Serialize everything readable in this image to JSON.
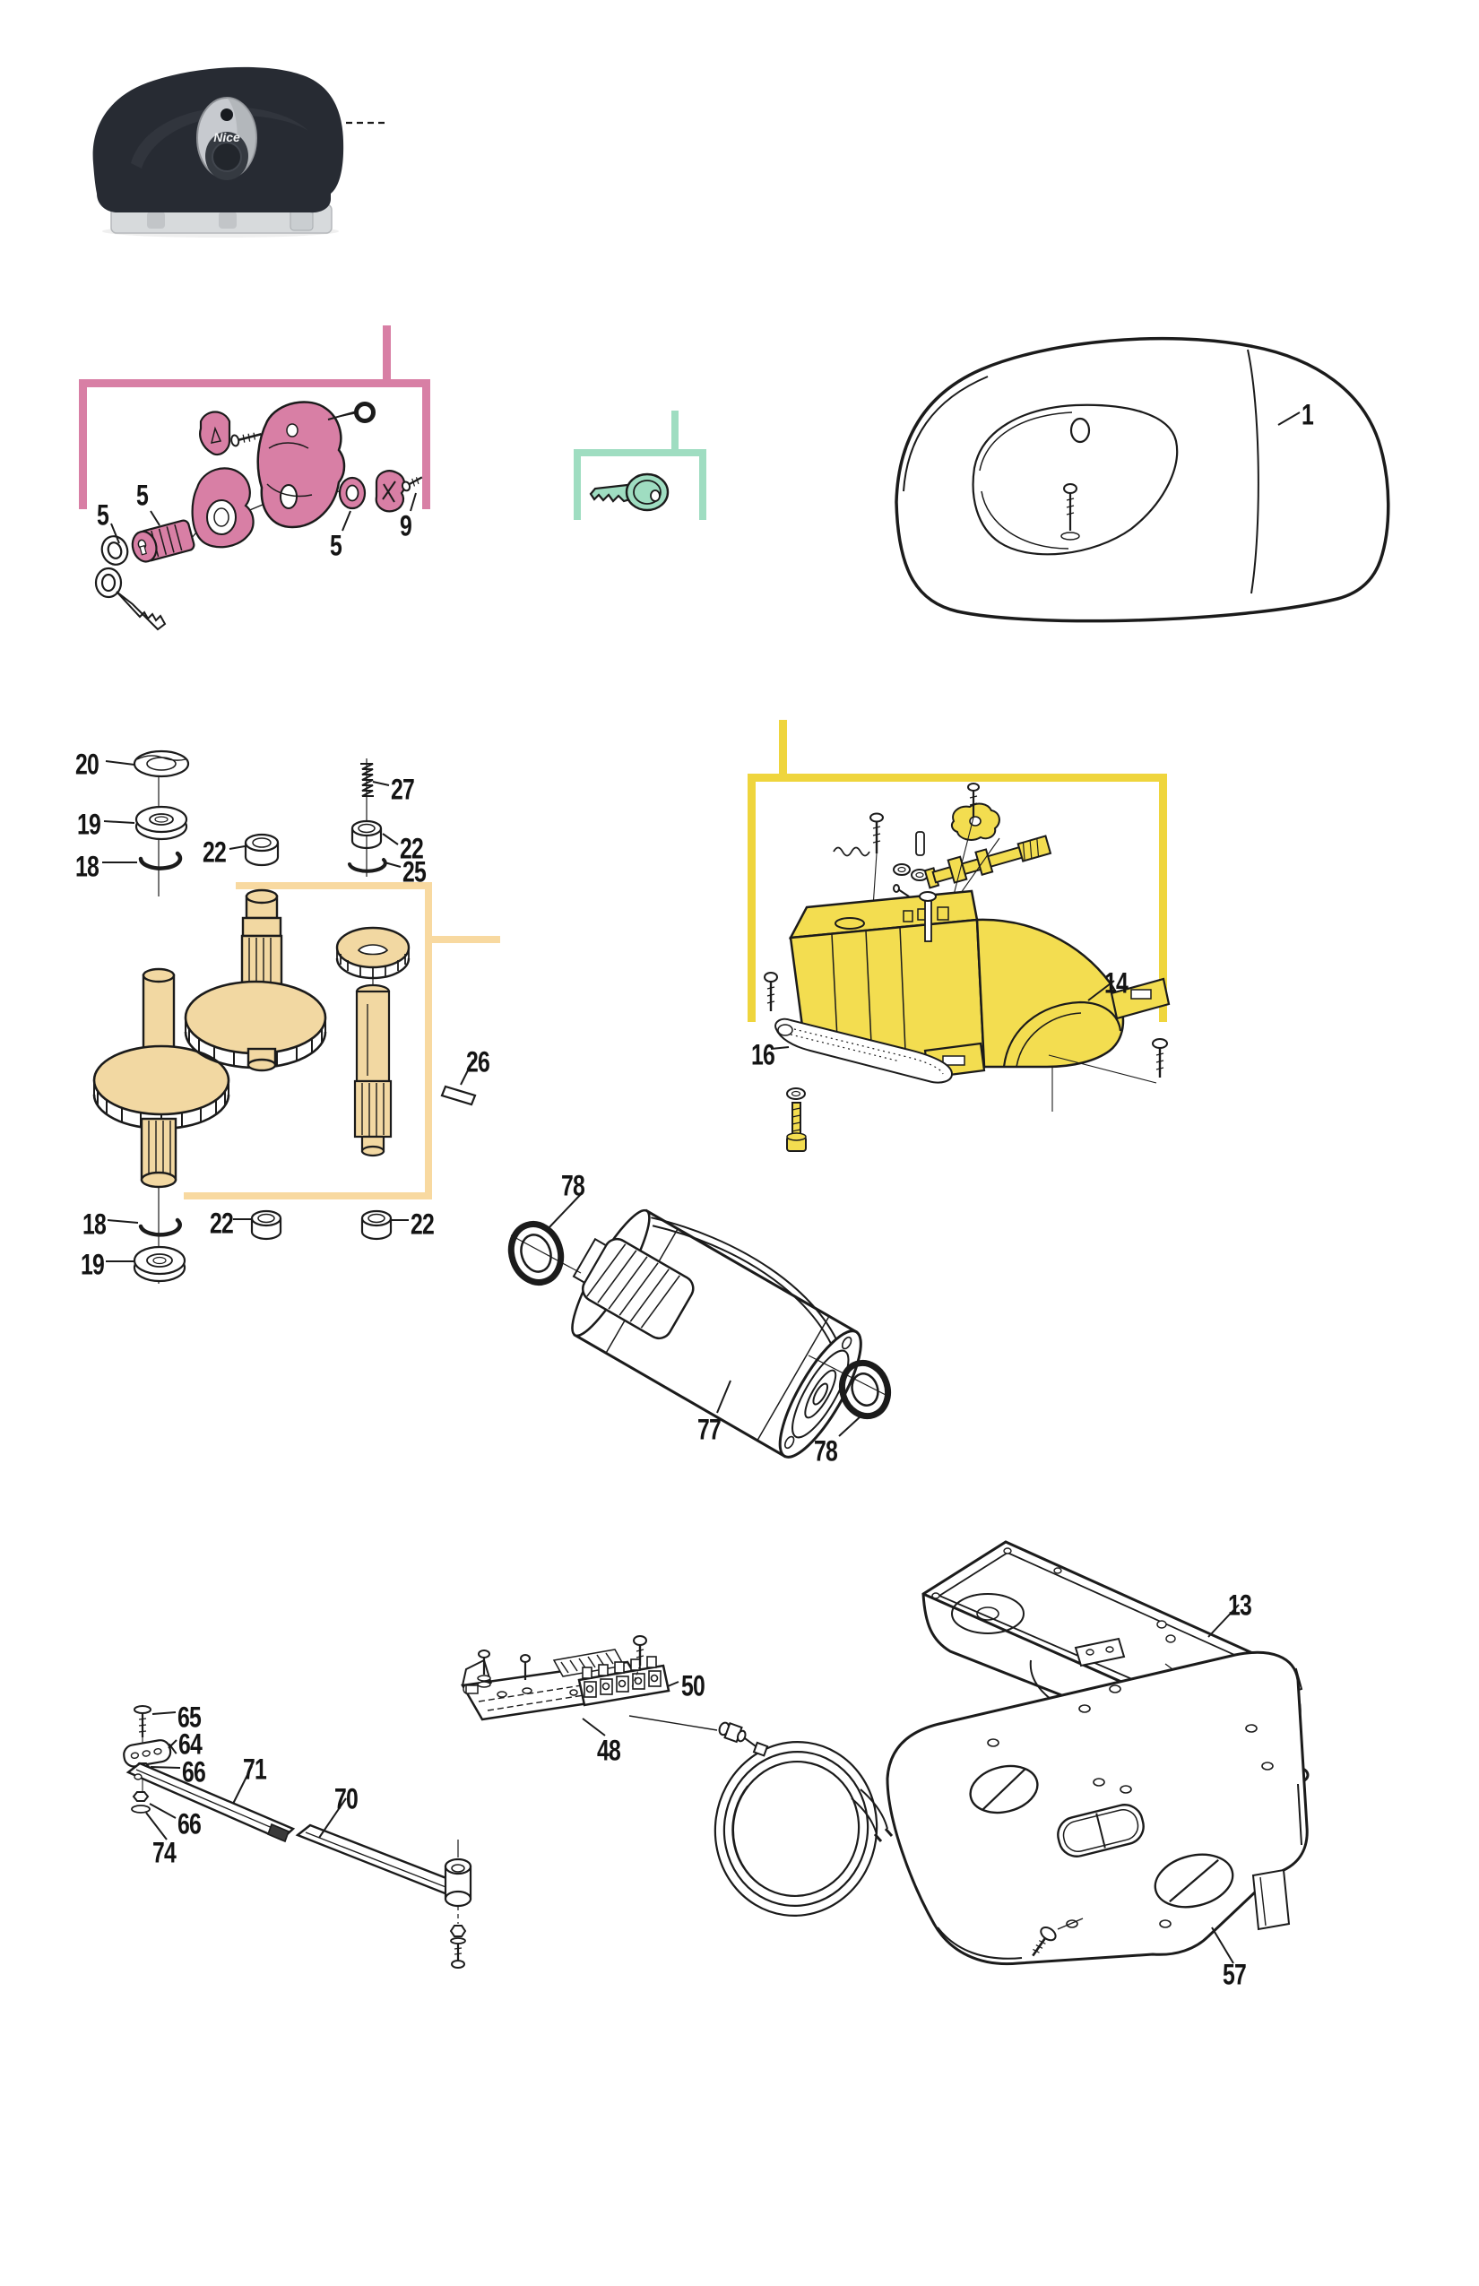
{
  "colors": {
    "paper": "#ffffff",
    "ink": "#1b1b1b",
    "highlight_pink": "#d87fa5",
    "highlight_teal": "#9fddc1",
    "highlight_yellow": "#efd53d",
    "gearbox_yellow": "#f3dd50",
    "bracket_tan": "#f8d9a0",
    "gear_tan": "#f2d8a2",
    "photo_cover": "#272b33",
    "photo_base": "#d7dadc",
    "photo_lock": "#c7cacf"
  },
  "photo": {
    "logo_text": "Nice"
  },
  "callouts": [
    {
      "text": "1"
    },
    {
      "text": "5"
    },
    {
      "text": "5"
    },
    {
      "text": "5"
    },
    {
      "text": "9"
    },
    {
      "text": "20"
    },
    {
      "text": "19"
    },
    {
      "text": "18"
    },
    {
      "text": "22"
    },
    {
      "text": "27"
    },
    {
      "text": "22"
    },
    {
      "text": "25"
    },
    {
      "text": "26"
    },
    {
      "text": "18"
    },
    {
      "text": "19"
    },
    {
      "text": "22"
    },
    {
      "text": "22"
    },
    {
      "text": "14"
    },
    {
      "text": "16"
    },
    {
      "text": "78"
    },
    {
      "text": "77"
    },
    {
      "text": "78"
    },
    {
      "text": "13"
    },
    {
      "text": "50"
    },
    {
      "text": "48"
    },
    {
      "text": "65"
    },
    {
      "text": "64"
    },
    {
      "text": "66"
    },
    {
      "text": "66"
    },
    {
      "text": "74"
    },
    {
      "text": "71"
    },
    {
      "text": "70"
    },
    {
      "text": "57"
    }
  ]
}
